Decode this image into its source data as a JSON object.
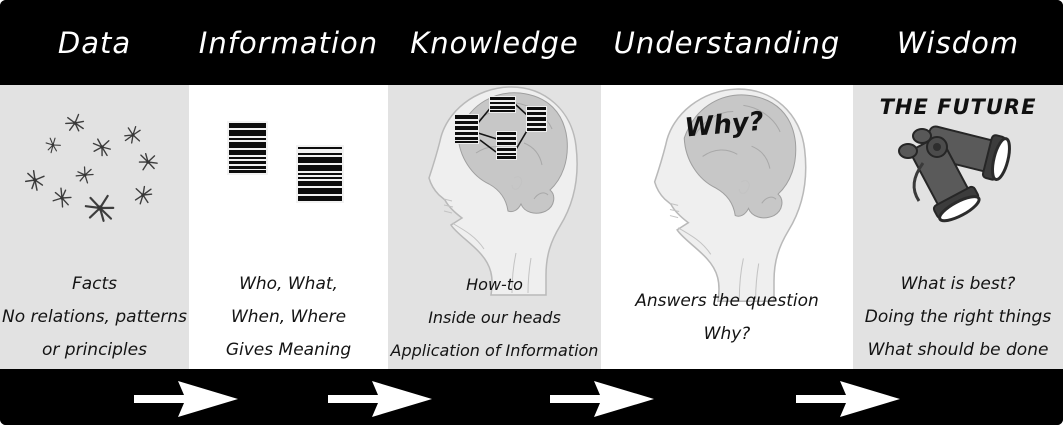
{
  "header": {
    "titles": [
      "Data",
      "Information",
      "Knowledge",
      "Understanding",
      "Wisdom"
    ]
  },
  "columns": [
    {
      "key": "data",
      "icon": "star-scatter-icon",
      "caption": [
        "Facts",
        "No relations, patterns",
        "or principles"
      ]
    },
    {
      "key": "information",
      "icon": "barcode-icon",
      "caption": [
        "Who, What,",
        "When, Where",
        "Gives Meaning"
      ]
    },
    {
      "key": "knowledge",
      "icon": "head-with-barcode-network-icon",
      "caption": [
        "How-to",
        "Inside our heads",
        "Application of Information"
      ]
    },
    {
      "key": "understanding",
      "icon": "head-with-question-icon",
      "brain_label": "Why?",
      "caption": [
        "Answers the question",
        "Why?"
      ]
    },
    {
      "key": "wisdom",
      "icon": "binoculars-icon",
      "overlay_label": "THE FUTURE",
      "caption": [
        "What is best?",
        "Doing the right things",
        "What should be done"
      ]
    }
  ],
  "footer": {
    "arrow_icon": "right-arrow-icon",
    "arrow_count": 4,
    "direction": "right"
  },
  "colors": {
    "band_black": "#000000",
    "panel_gray": "#e2e2e2",
    "panel_white": "#ffffff",
    "ink": "#141414",
    "brain_gray": "#c7c7c7",
    "arrow_white": "#ffffff"
  }
}
